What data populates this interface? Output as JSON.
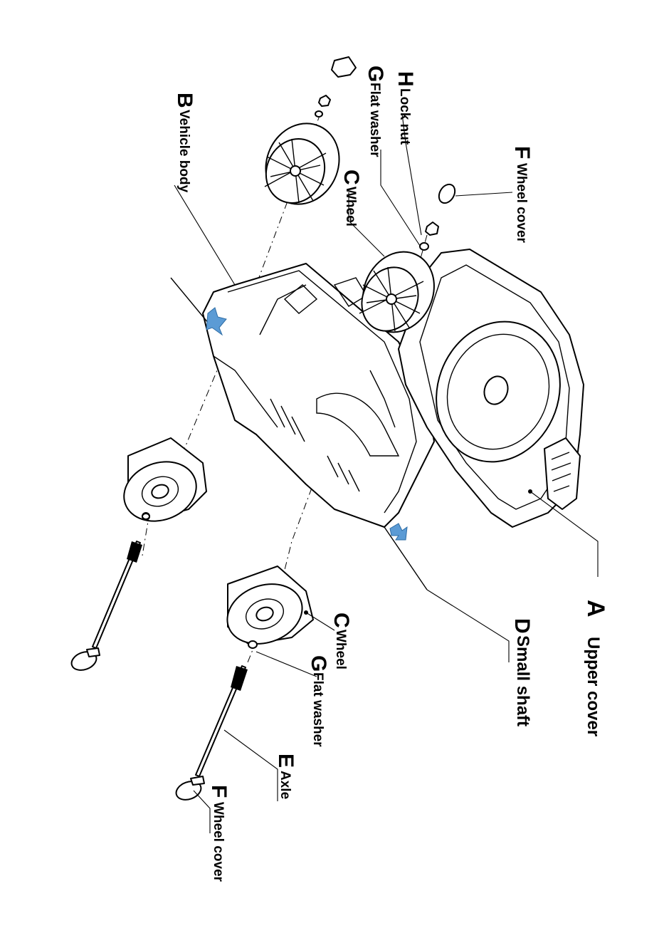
{
  "labels": {
    "a": {
      "letter": "A",
      "text": "Upper cover"
    },
    "b": {
      "letter": "B",
      "text": "Vehicle body"
    },
    "c_top": {
      "letter": "C",
      "text": "Wheel"
    },
    "c_bottom": {
      "letter": "C",
      "text": "Wheel"
    },
    "d": {
      "letter": "D",
      "text": "Small shaft"
    },
    "e": {
      "letter": "E",
      "text": "Axle"
    },
    "f_top": {
      "letter": "F",
      "text": "Wheel cover"
    },
    "f_bottom": {
      "letter": "F",
      "text": "Wheel cover"
    },
    "g_top": {
      "letter": "G",
      "text": "Flat washer"
    },
    "g_bottom": {
      "letter": "G",
      "text": "Flat washer"
    },
    "h": {
      "letter": "H",
      "text": "Lock nut"
    }
  },
  "colors": {
    "arrow": "#5b9bd5",
    "line": "#000000"
  }
}
